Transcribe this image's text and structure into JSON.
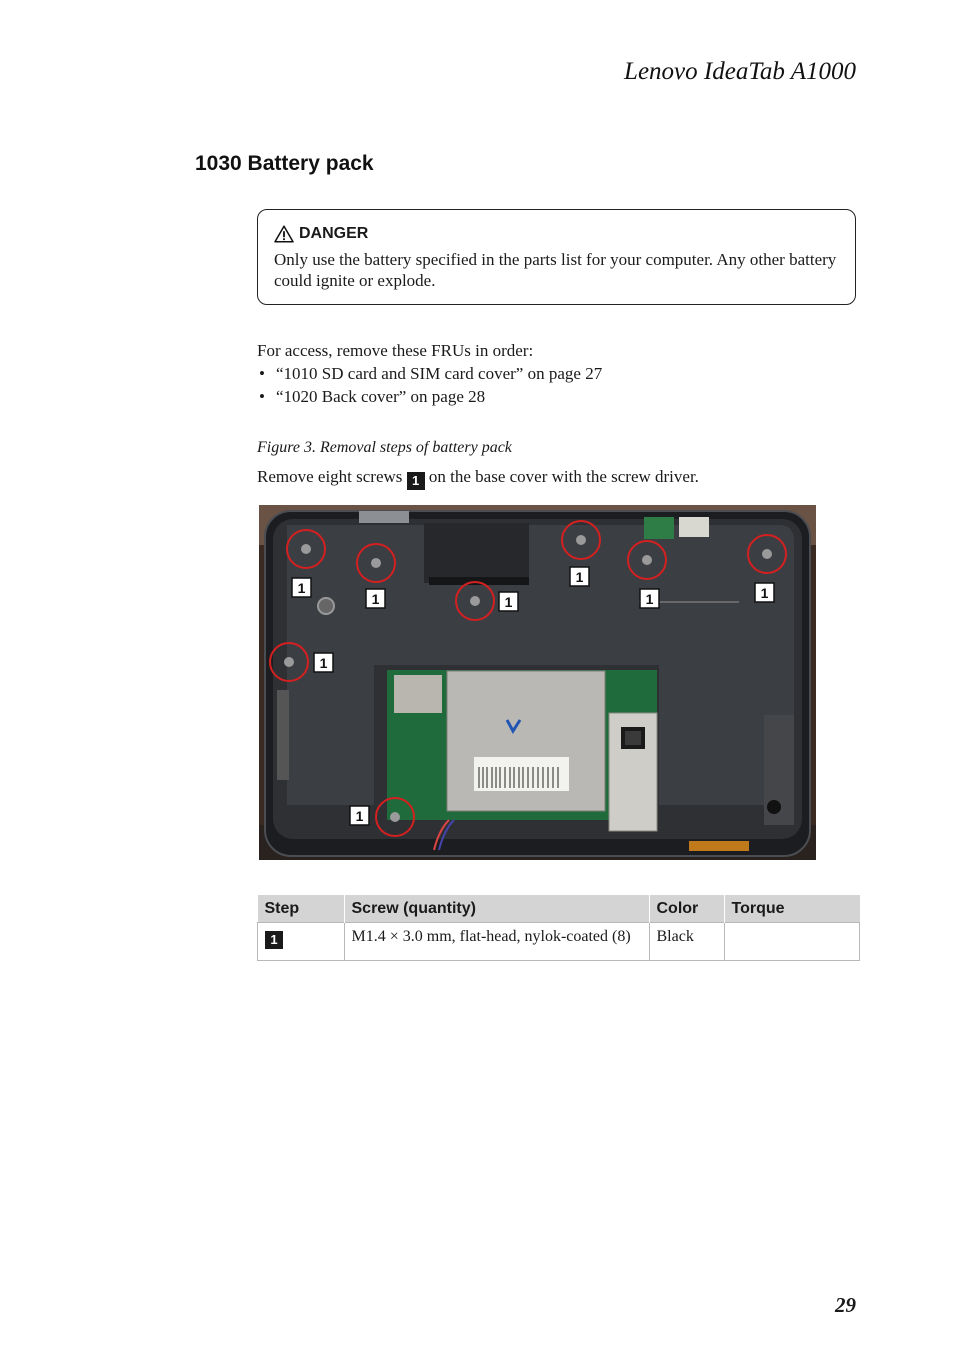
{
  "header": {
    "title": "Lenovo IdeaTab A1000"
  },
  "section": {
    "heading": "1030 Battery pack"
  },
  "danger": {
    "icon": "warning-triangle-icon",
    "label": "DANGER",
    "text": "Only use the battery specified in the parts list for your computer. Any other battery could ignite or explode."
  },
  "access": {
    "intro": "For access, remove these FRUs in order:",
    "items": [
      "“1010 SD card and SIM card cover” on page 27",
      "“1020 Back cover” on page 28"
    ]
  },
  "figure": {
    "caption": "Figure 3. Removal steps of battery pack",
    "instruction_before": "Remove eight screws",
    "instruction_step": "1",
    "instruction_after": "on the base cover with the screw driver.",
    "callout_label": "1"
  },
  "table": {
    "headers": [
      "Step",
      "Screw (quantity)",
      "Color",
      "Torque"
    ],
    "rows": [
      {
        "step": "1",
        "screw": "M1.4 × 3.0 mm, flat-head, nylok-coated (8)",
        "color": "Black",
        "torque": ""
      }
    ]
  },
  "colors": {
    "callout_circle": "#d42020",
    "badge": "#1a1a1a",
    "table_header": "#d4d4d4"
  },
  "page": {
    "number": "29"
  }
}
